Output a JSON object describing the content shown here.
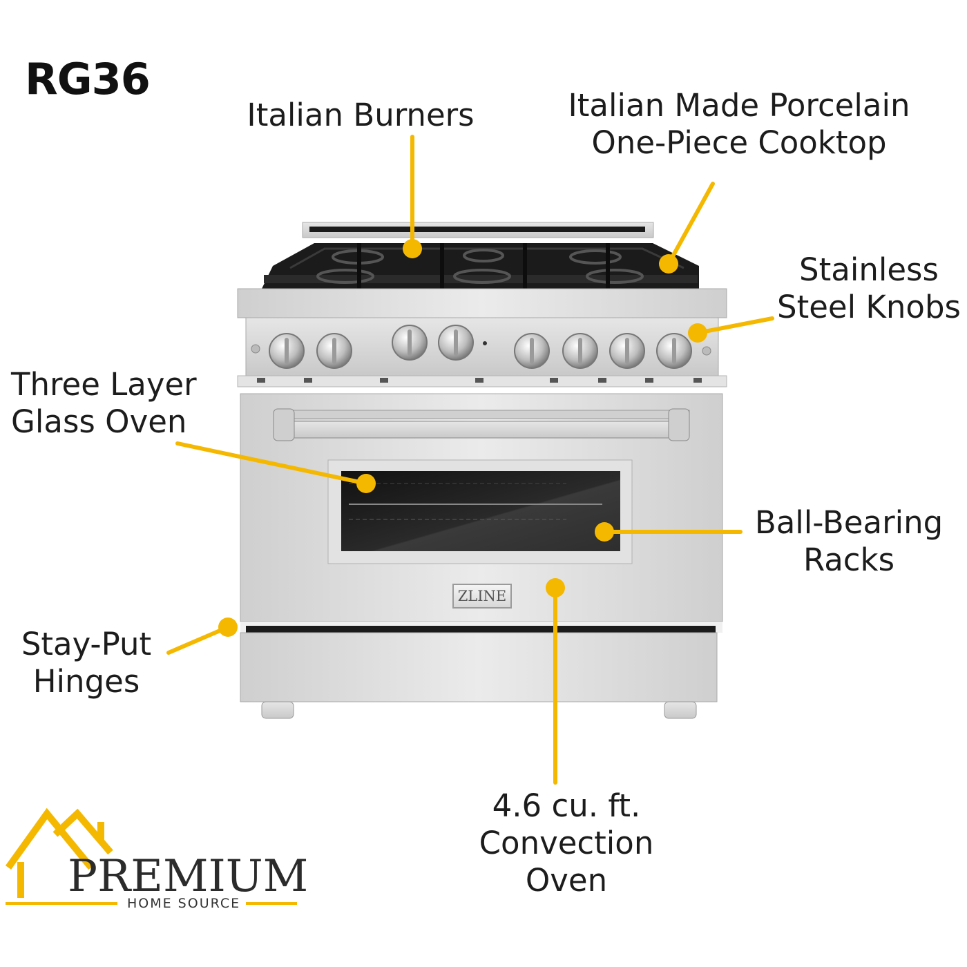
{
  "model": "RG36",
  "callouts": {
    "italian_burners": [
      "Italian Burners"
    ],
    "cooktop": [
      "Italian Made Porcelain",
      "One-Piece Cooktop"
    ],
    "knobs": [
      "Stainless",
      "Steel Knobs"
    ],
    "glass_oven": [
      "Three Layer",
      "Glass Oven"
    ],
    "racks": [
      "Ball-Bearing",
      "Racks"
    ],
    "hinges": [
      "Stay-Put",
      "Hinges"
    ],
    "convection": [
      "4.6 cu. ft.",
      "Convection",
      "Oven"
    ]
  },
  "range_badge": "ZLINE",
  "logo": {
    "brand": "PREMIUM",
    "subtitle": "HOME SOURCE"
  },
  "colors": {
    "accent": "#f5b800",
    "steel": "#d9d9d9",
    "grate": "#1b1b1b",
    "glass": "#1a1a1a",
    "text": "#1c1c1c"
  },
  "icons": [
    "house-roof-icon"
  ]
}
